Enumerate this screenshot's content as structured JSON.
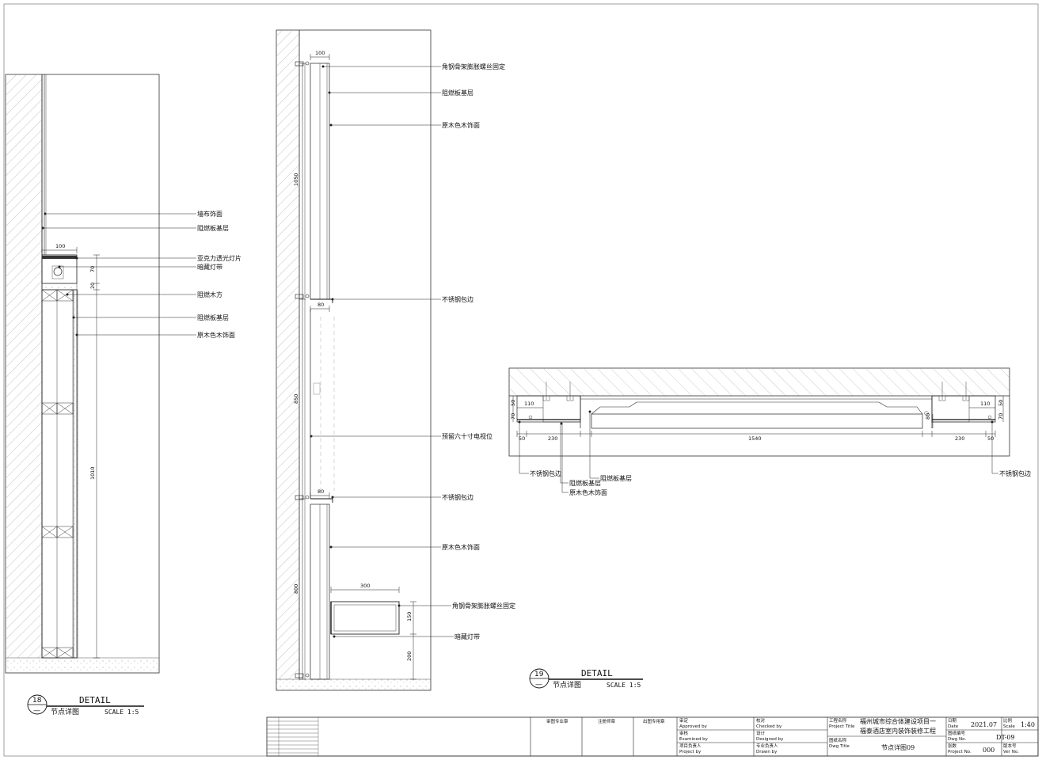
{
  "detail18": {
    "labels": [
      "墙布饰面",
      "阻燃板基层",
      "亚克力透光灯片",
      "暗藏灯带",
      "阻燃木方",
      "阻燃板基层",
      "原木色木饰面"
    ],
    "dims": {
      "d100": "100",
      "d70": "70",
      "d20": "20",
      "d1010": "1010"
    },
    "tag": {
      "number": "18",
      "sub": "—",
      "title": "DETAIL",
      "name": "节点详图",
      "scale": "SCALE 1:5"
    }
  },
  "detail19": {
    "labels": [
      "角钢骨架膨胀螺丝固定",
      "阻燃板基层",
      "原木色木饰面",
      "不锈钢包边",
      "预留六十寸电视位",
      "不锈钢包边",
      "原木色木饰面",
      "角钢骨架膨胀螺丝固定",
      "暗藏灯带"
    ],
    "dims": {
      "d100": "100",
      "d1050": "1050",
      "d80a": "80",
      "d850": "850",
      "d80b": "80",
      "d800": "800",
      "d300": "300",
      "d150": "150",
      "d200": "200"
    },
    "tag": {
      "number": "19",
      "sub": "—",
      "title": "DETAIL",
      "name": "节点详图",
      "scale": "SCALE 1:5"
    }
  },
  "ceiling": {
    "labels": [
      "不锈钢包边",
      "阻燃板基层",
      "阻燃板基层",
      "原木色木饰面",
      "不锈钢包边"
    ],
    "dims": {
      "l110": "110",
      "l50": "50",
      "l70": "70",
      "l50b": "50",
      "l230": "230",
      "c1540": "1540",
      "c80": "80",
      "r230": "230",
      "r50": "50",
      "r110": "110",
      "r50v": "50",
      "r70v": "70"
    }
  },
  "titleblock": {
    "seals": {
      "review": "审图专业章",
      "registered": "注册师章",
      "drawing": "出图专用章"
    },
    "approved": {
      "cn": "审定",
      "en": "Approved by"
    },
    "checked": {
      "cn": "校对",
      "en": "Checked by"
    },
    "examined": {
      "cn": "审核",
      "en": "Examined by"
    },
    "designed": {
      "cn": "设计",
      "en": "Designed by"
    },
    "project_by": {
      "cn": "项目负责人",
      "en": "Project by"
    },
    "drawn": {
      "cn": "专业负责人",
      "en": "Drawn by"
    },
    "project_title": {
      "cn": "工程名称",
      "en": "Project Title",
      "value1": "福州城市综合体建设项目一",
      "value2": "福泰酒店室内装饰装修工程"
    },
    "dwg_title": {
      "cn": "图纸名称",
      "en": "Dwg Title",
      "value": "节点详图09"
    },
    "date": {
      "cn": "日期",
      "en": "Date",
      "value": "2021.07"
    },
    "scale": {
      "cn": "比例",
      "en": "Scale",
      "value": "1:40"
    },
    "dwg_no": {
      "cn": "图纸编号",
      "en": "Dwg No.",
      "value": "DT-09"
    },
    "sheet_no": {
      "cn": "张数",
      "en": "Project No.",
      "value": "000"
    },
    "ver": {
      "cn": "版本号",
      "en": "Ver No."
    }
  }
}
